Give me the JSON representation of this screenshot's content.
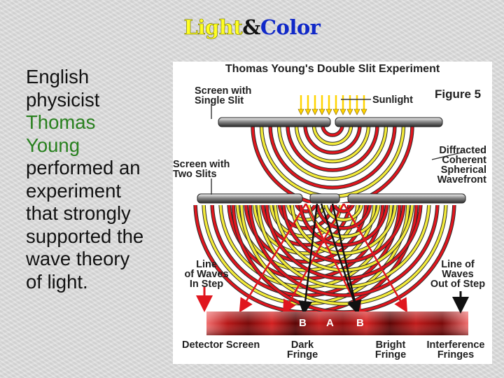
{
  "slide": {
    "title_light": "Light",
    "title_amp": "&",
    "title_color": "Color",
    "body_lines": [
      "English",
      "physicist"
    ],
    "body_highlight": [
      "Thomas",
      "Young"
    ],
    "body_rest": [
      "performed an",
      "experiment",
      "that strongly",
      "supported the",
      "wave theory",
      "of light."
    ]
  },
  "figure": {
    "title": "Thomas Young's Double Slit Experiment",
    "figure_number": "Figure 5",
    "labels": {
      "screen_single": [
        "Screen with",
        "Single Slit"
      ],
      "sunlight": "Sunlight",
      "screen_two": [
        "Screen with",
        "Two Slits"
      ],
      "diffracted": [
        "Diffracted",
        "Coherent",
        "Spherical",
        "Wavefront"
      ],
      "line_in_step": [
        "Line",
        "of Waves",
        "In Step"
      ],
      "line_out_step": [
        "Line of",
        "Waves",
        "Out of Step"
      ],
      "detector": "Detector Screen",
      "dark": [
        "Dark",
        "Fringe"
      ],
      "bright": [
        "Bright",
        "Fringe"
      ],
      "interference": [
        "Interference",
        "Fringes"
      ],
      "band_b1": "B",
      "band_a": "A",
      "band_b2": "B"
    }
  },
  "colors": {
    "title_light": "#ffff22",
    "title_color": "#1028c8",
    "highlight": "#28801e",
    "wave_red": "#e0161e",
    "wave_yellow": "#f2ea3a",
    "sun_arrow": "#ffd400"
  }
}
